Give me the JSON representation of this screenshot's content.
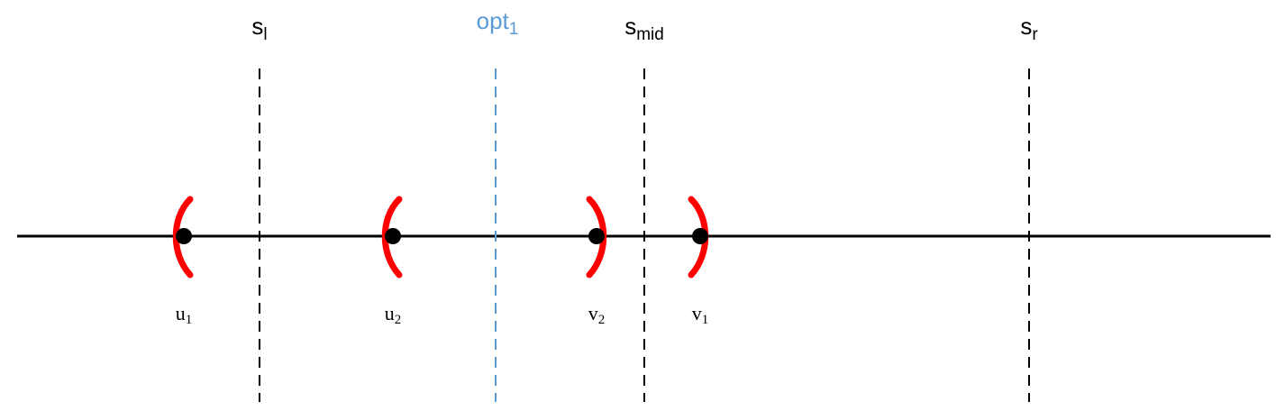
{
  "colors": {
    "line": "#000000",
    "marker": "#ff0000",
    "optimum": "#5b9bd5",
    "point": "#000000"
  },
  "verticals": [
    {
      "id": "s_l",
      "base": "s",
      "sub": "l",
      "color": "#000000"
    },
    {
      "id": "opt_1",
      "base": "opt",
      "sub": "1",
      "color": "#5b9bd5"
    },
    {
      "id": "s_mid",
      "base": "s",
      "sub": "mid",
      "color": "#000000"
    },
    {
      "id": "s_r",
      "base": "s",
      "sub": "r",
      "color": "#000000"
    }
  ],
  "points": [
    {
      "id": "u_1",
      "base": "u",
      "sub": "1",
      "bracket": "left"
    },
    {
      "id": "u_2",
      "base": "u",
      "sub": "2",
      "bracket": "left"
    },
    {
      "id": "v_2",
      "base": "v",
      "sub": "2",
      "bracket": "right"
    },
    {
      "id": "v_1",
      "base": "v",
      "sub": "1",
      "bracket": "right"
    }
  ]
}
